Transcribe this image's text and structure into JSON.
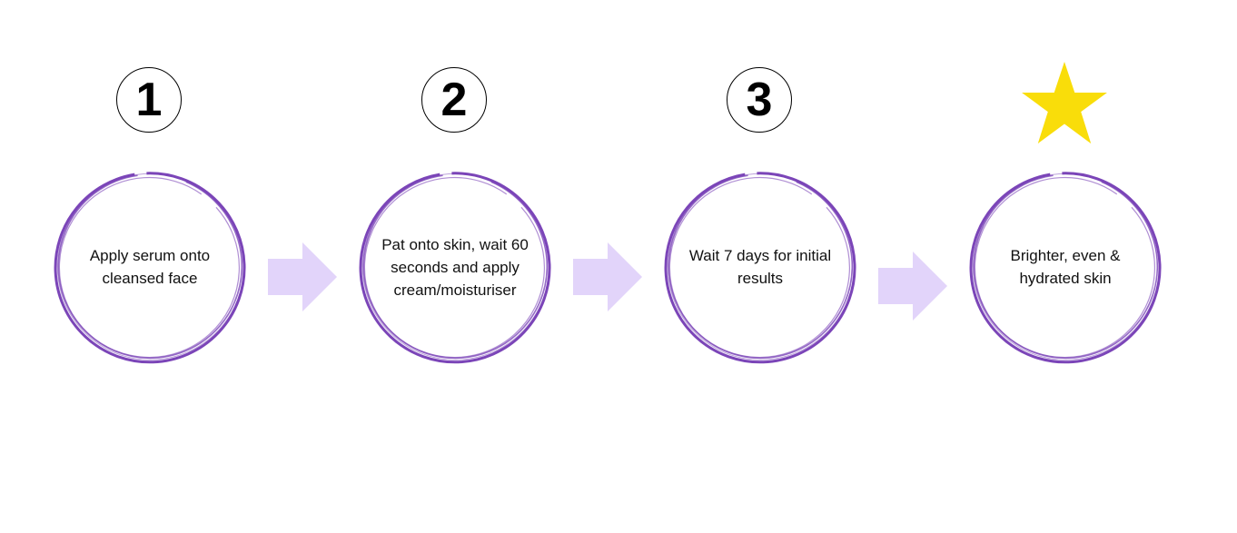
{
  "steps": [
    {
      "number": "1",
      "text": "Apply serum onto cleansed face"
    },
    {
      "number": "2",
      "text": "Pat onto skin, wait 60 seconds and apply cream/moisturiser"
    },
    {
      "number": "3",
      "text": "Wait 7 days for initial results"
    },
    {
      "number": "",
      "text": "Brighter, even & hydrated skin",
      "marker_icon": "star-icon"
    }
  ],
  "colors": {
    "ring": "#7b45b8",
    "arrow": "#e2d4fa",
    "star": "#f9dd0a"
  }
}
